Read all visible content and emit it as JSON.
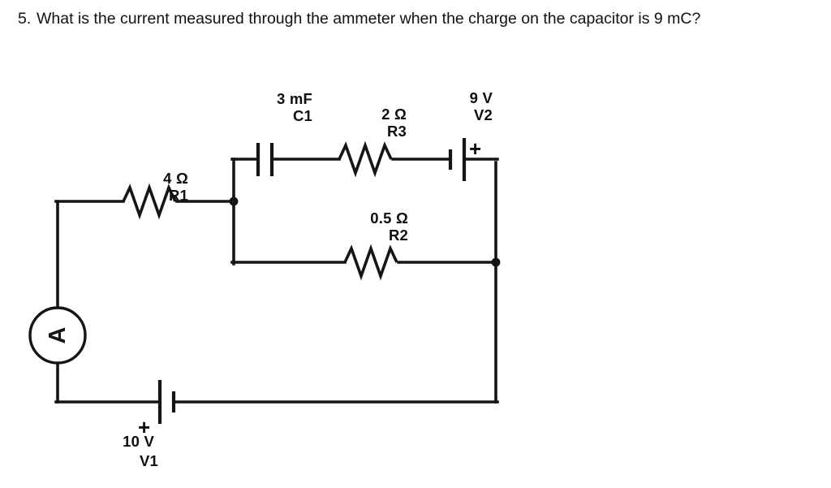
{
  "question": {
    "number": "5.",
    "text": "What is the current measured through the ammeter when the charge on the capacitor is 9 mC?"
  },
  "circuit": {
    "components": {
      "r1": {
        "value": "4 Ω",
        "designator": "R1",
        "type": "resistor"
      },
      "r2": {
        "value": "0.5 Ω",
        "designator": "R2",
        "type": "resistor"
      },
      "r3": {
        "value": "2 Ω",
        "designator": "R3",
        "type": "resistor"
      },
      "c1": {
        "value": "3 mF",
        "designator": "C1",
        "type": "capacitor"
      },
      "v1": {
        "value": "10 V",
        "designator": "V1",
        "type": "battery",
        "polarity": "+"
      },
      "v2": {
        "value": "9 V",
        "designator": "V2",
        "type": "battery",
        "polarity": "+"
      },
      "ammeter": {
        "glyph": "A",
        "designator": "",
        "type": "ammeter"
      }
    },
    "colors": {
      "wire": "#151515",
      "background": "#ffffff",
      "text": "#0f0f0f"
    }
  }
}
